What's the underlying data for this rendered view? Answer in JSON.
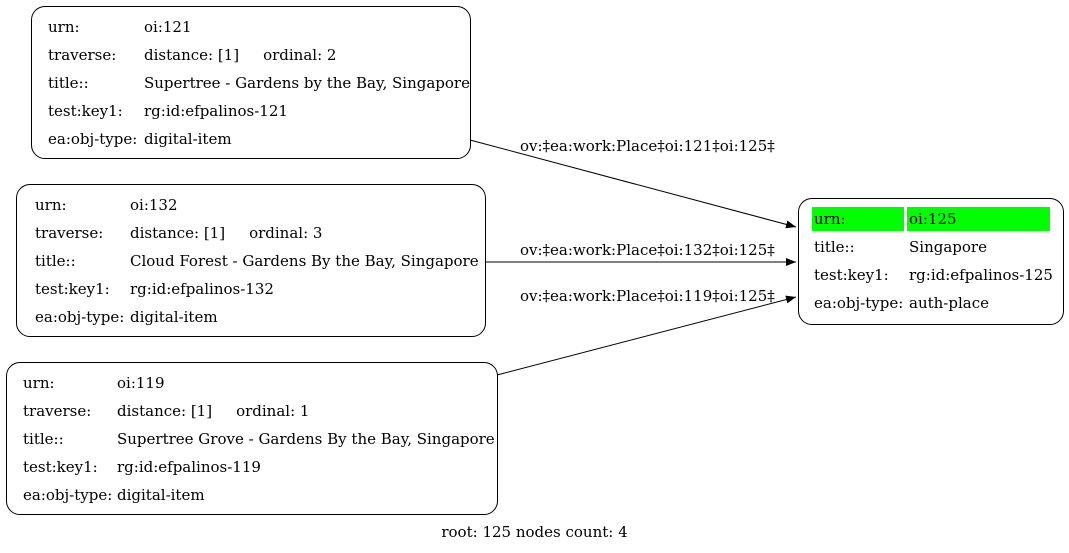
{
  "nodes": {
    "n121": {
      "urn_key": "urn:",
      "urn": "oi:121",
      "traverse_key": "traverse:",
      "distance": "distance: [1]",
      "ordinal": "ordinal: 2",
      "title_key": "title::",
      "title": "Supertree - Gardens by the Bay, Singapore",
      "testkey_key": "test:key1:",
      "testkey": "rg:id:efpalinos-121",
      "objtype_key": "ea:obj-type:",
      "objtype": "digital-item"
    },
    "n132": {
      "urn_key": "urn:",
      "urn": "oi:132",
      "traverse_key": "traverse:",
      "distance": "distance: [1]",
      "ordinal": "ordinal: 3",
      "title_key": "title::",
      "title": "Cloud Forest - Gardens By the Bay, Singapore",
      "testkey_key": "test:key1:",
      "testkey": "rg:id:efpalinos-132",
      "objtype_key": "ea:obj-type:",
      "objtype": "digital-item"
    },
    "n119": {
      "urn_key": "urn:",
      "urn": "oi:119",
      "traverse_key": "traverse:",
      "distance": "distance: [1]",
      "ordinal": "ordinal: 1",
      "title_key": "title::",
      "title": "Supertree Grove - Gardens By the Bay, Singapore",
      "testkey_key": "test:key1:",
      "testkey": "rg:id:efpalinos-119",
      "objtype_key": "ea:obj-type:",
      "objtype": "digital-item"
    },
    "n125": {
      "urn_key": "urn:",
      "urn": "oi:125",
      "title_key": "title::",
      "title": "Singapore",
      "testkey_key": "test:key1:",
      "testkey": "rg:id:efpalinos-125",
      "objtype_key": "ea:obj-type:",
      "objtype": "auth-place",
      "highlight_color": "#00ff00"
    }
  },
  "edges": [
    {
      "from": "oi:121",
      "to": "oi:125",
      "label": "ov:‡ea:work:Place‡oi:121‡oi:125‡"
    },
    {
      "from": "oi:132",
      "to": "oi:125",
      "label": "ov:‡ea:work:Place‡oi:132‡oi:125‡"
    },
    {
      "from": "oi:119",
      "to": "oi:125",
      "label": "ov:‡ea:work:Place‡oi:119‡oi:125‡"
    }
  ],
  "footer": "root: 125 nodes count: 4"
}
